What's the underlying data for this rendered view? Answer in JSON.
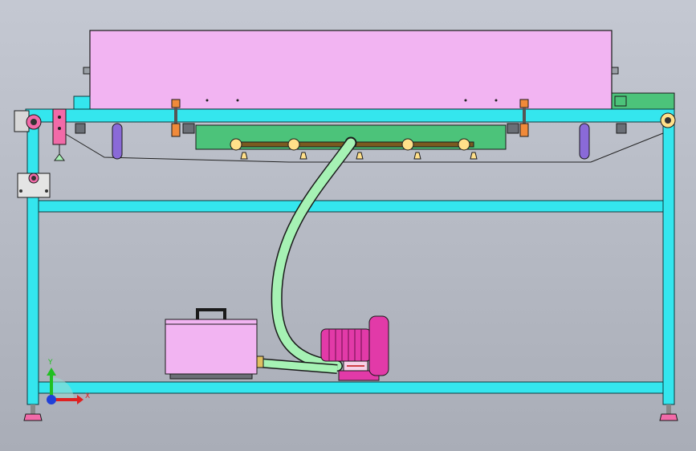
{
  "viewport": {
    "background_top": "#c4c8d2",
    "background_bottom": "#a9adb7"
  },
  "colors": {
    "frame_fill": "#34e6ee",
    "frame_stroke": "#0c3a3d",
    "tank_fill": "#f2b4f2",
    "table_plate_fill": "#4cc37a",
    "hose_fill": "#a6f2b4",
    "motor_fill": "#e23aa8",
    "sensor_fill": "#f26aa8",
    "slot_fill": "#8a6ad8",
    "clamp_fill": "#f08a3a",
    "nozzle_fill": "#ffe08a",
    "outline": "#1a1a1a"
  },
  "axis_triad": {
    "x_label": "X",
    "y_label": "Y",
    "x_color": "#e02020",
    "y_color": "#20c020",
    "origin_color": "#2040d8"
  },
  "parts": {
    "upper_tank": "upper-tank",
    "suction_table": "suction-table",
    "blower_motor": "blower-motor",
    "control_box": "control-box",
    "vacuum_hose": "vacuum-hose",
    "support_frame": "support-frame"
  }
}
